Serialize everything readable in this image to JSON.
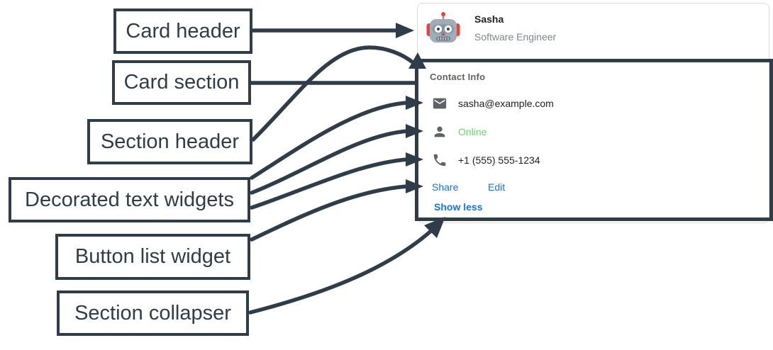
{
  "annotations": {
    "labels": [
      {
        "id": "card-header",
        "text": "Card header"
      },
      {
        "id": "card-section",
        "text": "Card section"
      },
      {
        "id": "section-header",
        "text": "Section header"
      },
      {
        "id": "decorated-text",
        "text": "Decorated text widgets"
      },
      {
        "id": "button-list",
        "text": "Button list widget"
      },
      {
        "id": "collapser",
        "text": "Section collapser"
      }
    ]
  },
  "card": {
    "header": {
      "avatar_icon": "robot-avatar",
      "name": "Sasha",
      "subtitle": "Software Engineer"
    },
    "section": {
      "header": "Contact Info",
      "widgets": [
        {
          "icon": "email-icon",
          "text": "sasha@example.com"
        },
        {
          "icon": "person-icon",
          "text": "Online"
        },
        {
          "icon": "phone-icon",
          "text": "+1 (555) 555-1234"
        }
      ],
      "buttons": [
        "Share",
        "Edit"
      ],
      "collapser_label": "Show less"
    }
  },
  "colors": {
    "annotation": "#2e3d49",
    "card_border": "#dadce0",
    "text_primary": "#202124",
    "text_secondary": "#80868b",
    "section_header_gray": "#5f6368",
    "icon_gray": "#5f6368",
    "accent_blue": "#1a73e8",
    "online_green": "#6ed071"
  }
}
